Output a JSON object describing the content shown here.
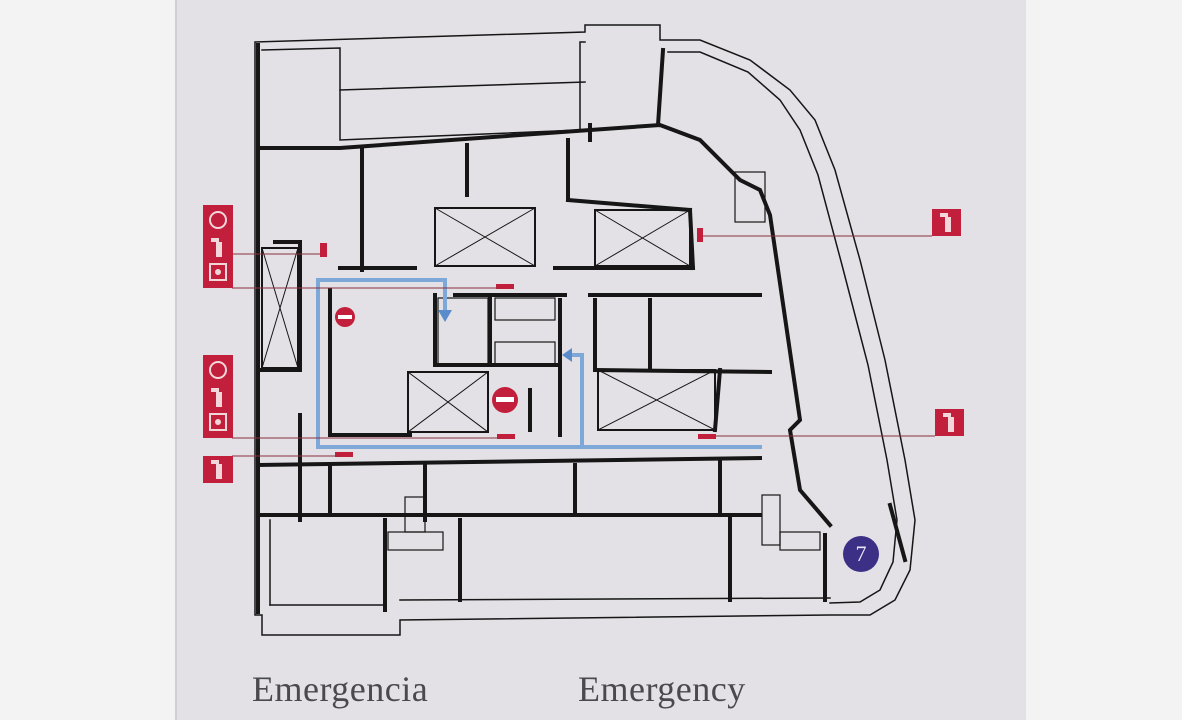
{
  "sign": {
    "caption_es": "Emergencia",
    "caption_en": "Emergency",
    "floor_number": "7"
  },
  "legend_icons": [
    {
      "group": "left-top",
      "icons": [
        "fire-hose-icon",
        "fire-extinguisher-icon",
        "fire-alarm-icon"
      ]
    },
    {
      "group": "left-middle",
      "icons": [
        "fire-hose-icon",
        "fire-extinguisher-icon",
        "fire-alarm-icon"
      ]
    },
    {
      "group": "left-bottom",
      "icons": [
        "fire-extinguisher-icon"
      ]
    },
    {
      "group": "right-top",
      "icons": [
        "fire-extinguisher-icon"
      ]
    },
    {
      "group": "right-bottom",
      "icons": [
        "fire-extinguisher-icon"
      ]
    }
  ],
  "colors": {
    "sign_bg": "#e3e1e5",
    "wall_bg": "#f3f3f3",
    "safety_red": "#c21f3c",
    "route_blue": "#7ea8d8",
    "floor_badge": "#3b2f86",
    "wall": "#161616"
  }
}
